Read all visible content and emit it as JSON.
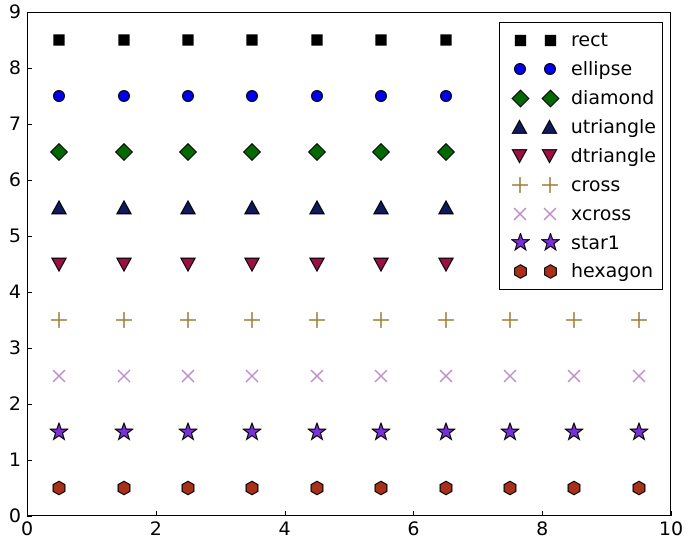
{
  "chart_data": {
    "type": "scatter",
    "title": "",
    "xlabel": "",
    "ylabel": "",
    "xlim": [
      0,
      10
    ],
    "ylim": [
      0,
      9
    ],
    "grid": false,
    "legend_position": "upper right",
    "xticks": [
      0,
      2,
      4,
      6,
      8,
      10
    ],
    "xticklabels": [
      "0",
      "2",
      "4",
      "6",
      "8",
      "10"
    ],
    "yticks": [
      0,
      1,
      2,
      3,
      4,
      5,
      6,
      7,
      8,
      9
    ],
    "yticklabels": [
      "0",
      "1",
      "2",
      "3",
      "4",
      "5",
      "6",
      "7",
      "8",
      "9"
    ],
    "x": [
      0.5,
      1.5,
      2.5,
      3.5,
      4.5,
      5.5,
      6.5,
      7.5,
      8.5,
      9.5
    ],
    "series": [
      {
        "name": "rect",
        "marker": "square",
        "y_value": 8.5,
        "values": [
          8.5,
          8.5,
          8.5,
          8.5,
          8.5,
          8.5,
          8.5,
          8.5,
          8.5,
          8.5
        ],
        "face_color": "#000000",
        "edge_color": "#000000",
        "size": 15
      },
      {
        "name": "ellipse",
        "marker": "circle",
        "y_value": 7.5,
        "values": [
          7.5,
          7.5,
          7.5,
          7.5,
          7.5,
          7.5,
          7.5,
          7.5,
          7.5,
          7.5
        ],
        "face_color": "#0000ee",
        "edge_color": "#000000",
        "size": 16
      },
      {
        "name": "diamond",
        "marker": "diamond",
        "y_value": 6.5,
        "values": [
          6.5,
          6.5,
          6.5,
          6.5,
          6.5,
          6.5,
          6.5,
          6.5,
          6.5,
          6.5
        ],
        "face_color": "#006a00",
        "edge_color": "#000000",
        "size": 19
      },
      {
        "name": "utriangle",
        "marker": "triangle-up",
        "y_value": 5.5,
        "values": [
          5.5,
          5.5,
          5.5,
          5.5,
          5.5,
          5.5,
          5.5,
          5.5,
          5.5,
          5.5
        ],
        "face_color": "#0f1a5c",
        "edge_color": "#000000",
        "size": 17
      },
      {
        "name": "dtriangle",
        "marker": "triangle-down",
        "y_value": 4.5,
        "values": [
          4.5,
          4.5,
          4.5,
          4.5,
          4.5,
          4.5,
          4.5,
          4.5,
          4.5,
          4.5
        ],
        "face_color": "#9b0f42",
        "edge_color": "#000000",
        "size": 17
      },
      {
        "name": "cross",
        "marker": "plus",
        "y_value": 3.5,
        "values": [
          3.5,
          3.5,
          3.5,
          3.5,
          3.5,
          3.5,
          3.5,
          3.5,
          3.5,
          3.5
        ],
        "face_color": "none",
        "edge_color": "#9c7a33",
        "size": 18
      },
      {
        "name": "xcross",
        "marker": "x",
        "y_value": 2.5,
        "values": [
          2.5,
          2.5,
          2.5,
          2.5,
          2.5,
          2.5,
          2.5,
          2.5,
          2.5,
          2.5
        ],
        "face_color": "none",
        "edge_color": "#c08ccc",
        "size": 18
      },
      {
        "name": "star1",
        "marker": "star",
        "y_value": 1.5,
        "values": [
          1.5,
          1.5,
          1.5,
          1.5,
          1.5,
          1.5,
          1.5,
          1.5,
          1.5,
          1.5
        ],
        "face_color": "#7b2fd6",
        "edge_color": "#000000",
        "size": 19
      },
      {
        "name": "hexagon",
        "marker": "hexagon",
        "y_value": 0.5,
        "values": [
          0.5,
          0.5,
          0.5,
          0.5,
          0.5,
          0.5,
          0.5,
          0.5,
          0.5,
          0.5
        ],
        "face_color": "#a8301a",
        "edge_color": "#000000",
        "size": 17
      }
    ]
  },
  "legend": {
    "entries": [
      {
        "label": "rect"
      },
      {
        "label": "ellipse"
      },
      {
        "label": "diamond"
      },
      {
        "label": "utriangle"
      },
      {
        "label": "dtriangle"
      },
      {
        "label": "cross"
      },
      {
        "label": "xcross"
      },
      {
        "label": "star1"
      },
      {
        "label": "hexagon"
      }
    ]
  }
}
